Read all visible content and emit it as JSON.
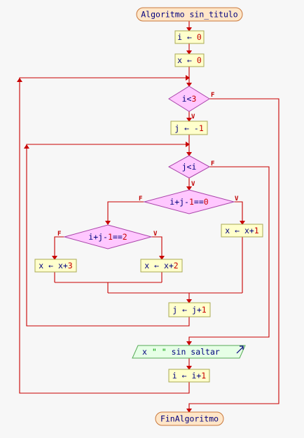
{
  "colors": {
    "line": "#c80000",
    "terminal_fill": "#ffe6c8",
    "terminal_stroke": "#c8783c",
    "process_fill": "#ffffcc",
    "process_stroke": "#aaaa55",
    "decision_fill": "#ffc8ff",
    "decision_stroke": "#aa44aa",
    "io_fill": "#e6ffe6",
    "io_stroke": "#55aa55",
    "text": "#00007f",
    "number": "#c80000",
    "string": "#00a000"
  },
  "flowchart": {
    "start": "Algoritmo sin_titulo",
    "assign_i": {
      "var": "i",
      "arrow": " ← ",
      "val": "0"
    },
    "assign_x": {
      "var": "x",
      "arrow": " ← ",
      "val": "0"
    },
    "cond_outer": {
      "pre": "i<",
      "num": "3"
    },
    "assign_j": {
      "var": "j",
      "arrow": " ← ",
      "minus": "-",
      "val": "1"
    },
    "cond_inner": "j<i",
    "cond_zero": {
      "pre": "i+j-",
      "num1": "1",
      "eq": "==",
      "num2": "0"
    },
    "cond_two": {
      "pre": "i+j-",
      "num1": "1",
      "eq": "==",
      "num2": "2"
    },
    "assign_x3": {
      "lhs": "x ← x+",
      "num": "3"
    },
    "assign_x2": {
      "lhs": "x ← x+",
      "num": "2"
    },
    "assign_x1": {
      "lhs": "x ← x+",
      "num": "1"
    },
    "assign_j1": {
      "lhs": "j ← j+",
      "num": "1"
    },
    "output": {
      "var": "x",
      "str": "\"     \"",
      "kw": "sin saltar"
    },
    "assign_i1": {
      "lhs": "i ← i+",
      "num": "1"
    },
    "end": "FinAlgoritmo",
    "labels": {
      "true": "V",
      "false": "F"
    }
  }
}
